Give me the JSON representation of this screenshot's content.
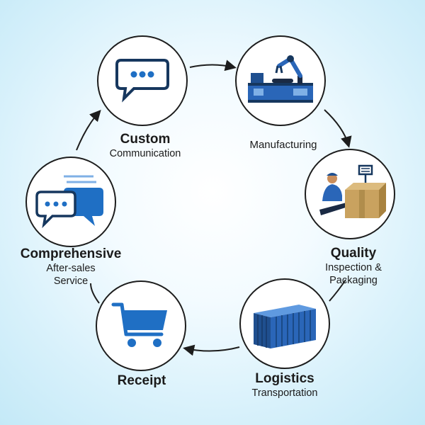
{
  "steps": [
    {
      "id": "custom-communication",
      "title": "Custom",
      "subtitle": "Communication",
      "icon": "speech-bubble-icon"
    },
    {
      "id": "manufacturing",
      "title": "",
      "subtitle": "Manufacturing",
      "icon": "robot-arm-factory-icon"
    },
    {
      "id": "quality",
      "title": "Quality",
      "subtitle": "Inspection &",
      "subtitle2": "Packaging",
      "icon": "worker-inspection-box-icon"
    },
    {
      "id": "logistics",
      "title": "Logistics",
      "subtitle": "Transportation",
      "icon": "shipping-container-icon"
    },
    {
      "id": "receipt",
      "title": "Receipt",
      "subtitle": "",
      "icon": "shopping-cart-icon"
    },
    {
      "id": "after-sales",
      "title": "Comprehensive",
      "subtitle": "After-sales",
      "subtitle2": "Service",
      "icon": "chat-bubbles-icon"
    }
  ],
  "colors": {
    "accent": "#1f6fc4",
    "dark": "#16375e",
    "outline": "#1d1d1d",
    "box": "#c9a25f"
  }
}
